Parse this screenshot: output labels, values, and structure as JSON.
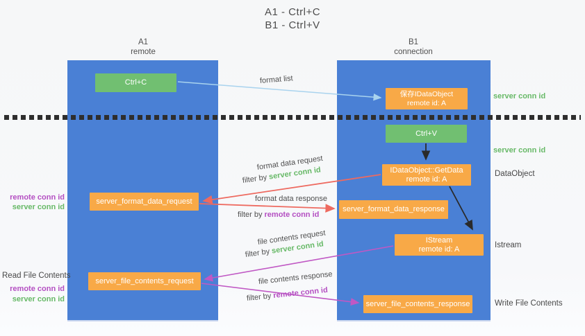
{
  "title": {
    "line1": "A1 - Ctrl+C",
    "line2": "B1 - Ctrl+V"
  },
  "lifelines": {
    "a": {
      "name": "A1",
      "subtitle": "remote"
    },
    "b": {
      "name": "B1",
      "subtitle": "connection"
    }
  },
  "boxes": {
    "ctrl_c": {
      "label": "Ctrl+C"
    },
    "save_dataobject": {
      "line1": "保存IDataObject",
      "line2": "remote id: A"
    },
    "ctrl_v": {
      "label": "Ctrl+V"
    },
    "getdata": {
      "line1": "IDataObject::GetData",
      "line2": "remote id: A"
    },
    "server_format_data_request": {
      "label": "server_format_data_request"
    },
    "server_format_data_response": {
      "label": "server_format_data_response"
    },
    "istream": {
      "line1": "IStream",
      "line2": "remote id: A"
    },
    "server_file_contents_request": {
      "label": "server_file_contents_request"
    },
    "server_file_contents_response": {
      "label": "server_file_contents_response"
    }
  },
  "arrows": {
    "format_list": {
      "label": "format list"
    },
    "format_data_request": {
      "label": "format data request",
      "filter_prefix": "filter by ",
      "filter_key": "server conn id"
    },
    "format_data_response": {
      "label": "format data response",
      "filter_prefix": "filter by ",
      "filter_key": "remote conn id"
    },
    "file_contents_request": {
      "label": "file contents request",
      "filter_prefix": "filter by ",
      "filter_key": "server conn id"
    },
    "file_contents_response": {
      "label": "file contents response",
      "filter_prefix": "filter by ",
      "filter_key": "remote conn id"
    }
  },
  "annotations": {
    "right": {
      "server_conn_id_1": "server conn id",
      "server_conn_id_2": "server conn id",
      "dataobject": "DataObject",
      "istream": "Istream",
      "write_file_contents": "Write File Contents"
    },
    "left": {
      "remote_conn_id_1": "remote conn id",
      "server_conn_id_1": "server conn id",
      "read_file_contents": "Read File Contents",
      "remote_conn_id_2": "remote conn id",
      "server_conn_id_2": "server conn id"
    }
  },
  "colors": {
    "lifeline_blue": "#4a80d5",
    "box_green": "#71bf71",
    "box_orange": "#f8a947",
    "arrow_red": "#ee6a60",
    "arrow_magenta": "#c058c4",
    "arrow_light_blue": "#a9d3ee",
    "arrow_black": "#2a2a2a",
    "text_green": "#67b967",
    "text_purple": "#b44fc2",
    "text_dark": "#4d4d4d"
  }
}
